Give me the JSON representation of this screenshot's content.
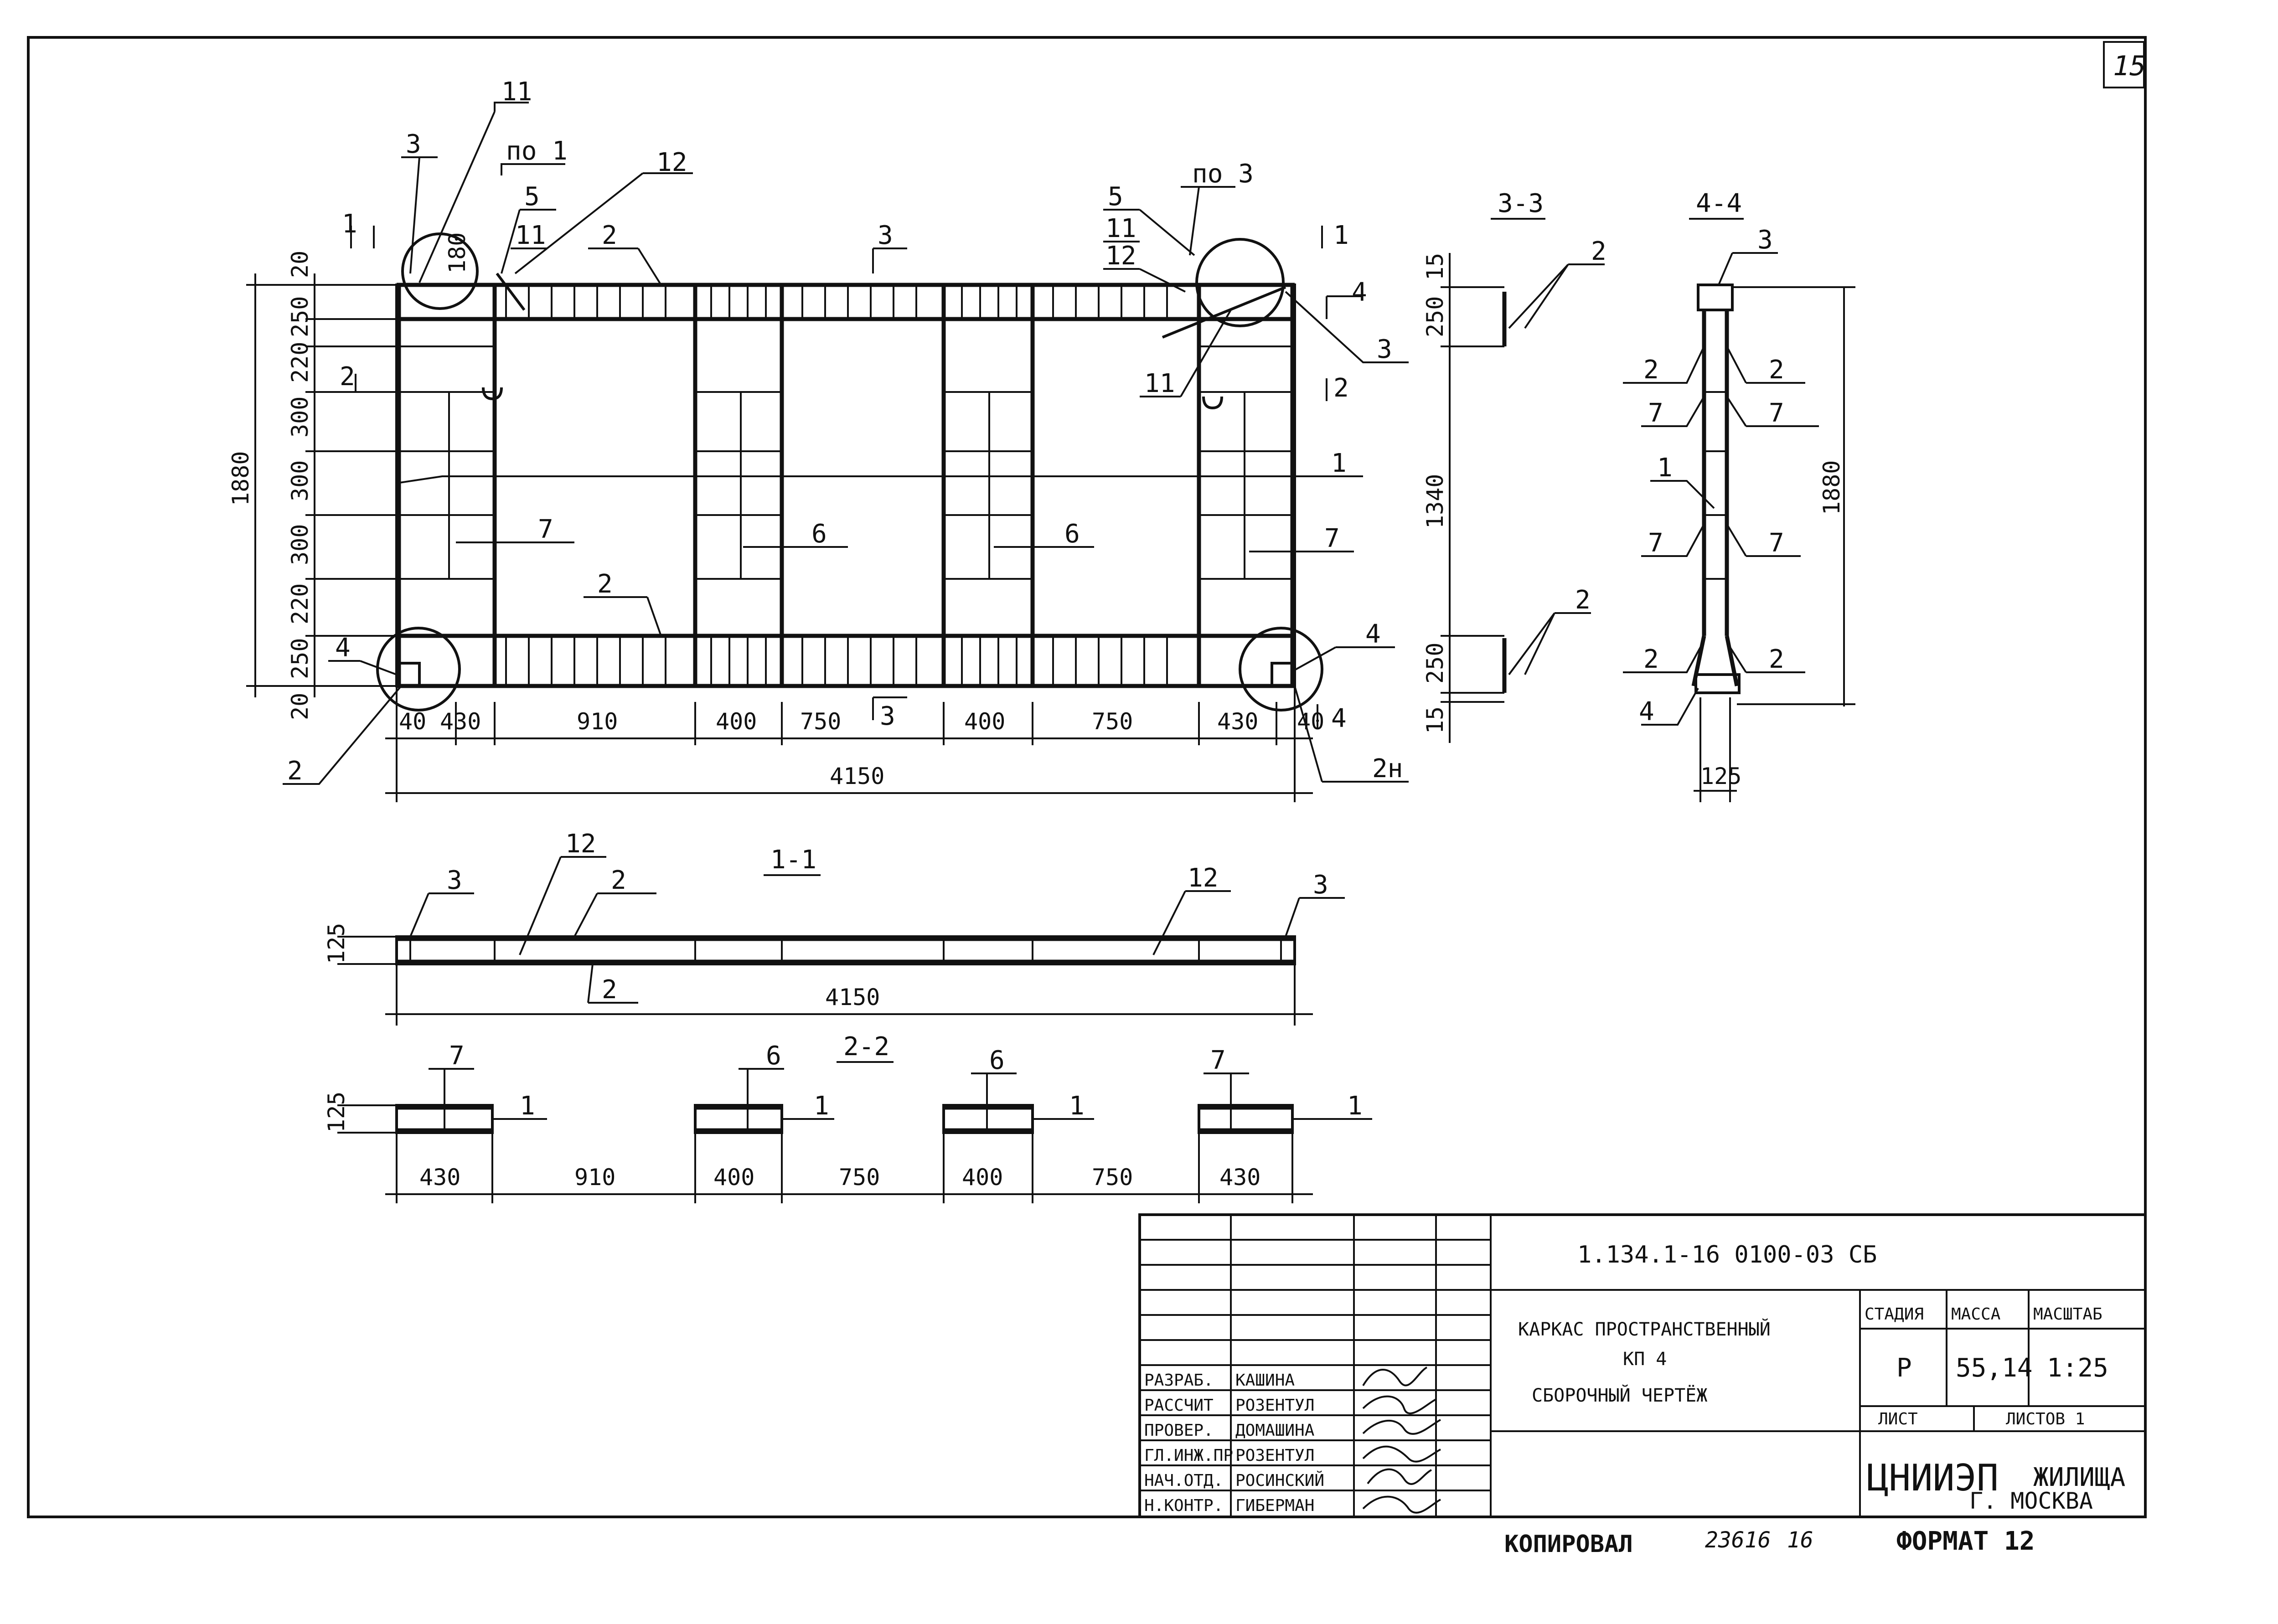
{
  "sheet_number": "15",
  "drawing_code": "1.134.1-16 0100-03 СБ",
  "title_lines": [
    "КАРКАС ПРОСТРАНСТВЕННЫЙ",
    "КП 4",
    "СБОРОЧНЫЙ ЧЕРТЁЖ"
  ],
  "stamp": {
    "stage_header": "СТАДИЯ",
    "mass_header": "МАССА",
    "scale_header": "МАСШТАБ",
    "stage_value": "Р",
    "mass_value": "55,14",
    "scale_value": "1:25",
    "sheet_label": "ЛИСТ",
    "sheets_label": "ЛИСТОВ 1",
    "org_main": "ЦНИИЭП",
    "org_sub": "ЖИЛИЩА",
    "org_city": "Г. МОСКВА"
  },
  "signatures": [
    {
      "role": "РАЗРАБ.",
      "name": "КАШИНА"
    },
    {
      "role": "РАССЧИТ",
      "name": "РОЗЕНТУЛ"
    },
    {
      "role": "ПРОВЕР.",
      "name": "ДОМАШИНА"
    },
    {
      "role": "ГЛ.ИНЖ.ПР.",
      "name": "РОЗЕНТУЛ"
    },
    {
      "role": "НАЧ.ОТД.",
      "name": "РОСИНСКИЙ"
    },
    {
      "role": "Н.КОНТР.",
      "name": "ГИБЕРМАН"
    }
  ],
  "footer": {
    "copied": "КОПИРОВАЛ",
    "number": "23616",
    "copy_no": "16",
    "format": "ФОРМАТ 12"
  },
  "section_labels": {
    "s11": "1-1",
    "s22": "2-2",
    "s33": "3-3",
    "s44": "4-4"
  },
  "main_view": {
    "horizontal_dims": [
      "40",
      "430",
      "910",
      "400",
      "750",
      "400",
      "750",
      "430",
      "40"
    ],
    "total_width": "4150",
    "vertical_dims": [
      "20",
      "250",
      "220",
      "300",
      "300",
      "300",
      "220",
      "250",
      "20"
    ],
    "total_height": "1880",
    "callouts": [
      "11",
      "по 1",
      "5",
      "11",
      "12",
      "2",
      "3",
      "по 3",
      "5",
      "11",
      "12",
      "3",
      "11",
      "1",
      "7",
      "6",
      "6",
      "7",
      "2",
      "4",
      "4",
      "2",
      "2н",
      "3"
    ],
    "section_marks": [
      "1",
      "1",
      "2",
      "2",
      "3",
      "3",
      "4",
      "4"
    ],
    "weld_size": "180"
  },
  "view_11": {
    "height": "125",
    "length": "4150",
    "callouts": [
      "3",
      "12",
      "2",
      "12",
      "3",
      "2"
    ]
  },
  "view_22": {
    "height": "125",
    "dims": [
      "430",
      "910",
      "400",
      "750",
      "400",
      "750",
      "430"
    ],
    "callouts": [
      "7",
      "6",
      "6",
      "7",
      "1",
      "1",
      "1",
      "1"
    ]
  },
  "view_33": {
    "dims": [
      "15",
      "250",
      "1340",
      "250",
      "15"
    ],
    "callouts": [
      "2",
      "2"
    ]
  },
  "view_44": {
    "height": "1880",
    "width": "125",
    "callouts": [
      "3",
      "2",
      "2",
      "7",
      "7",
      "1",
      "7",
      "7",
      "2",
      "2",
      "4"
    ]
  }
}
